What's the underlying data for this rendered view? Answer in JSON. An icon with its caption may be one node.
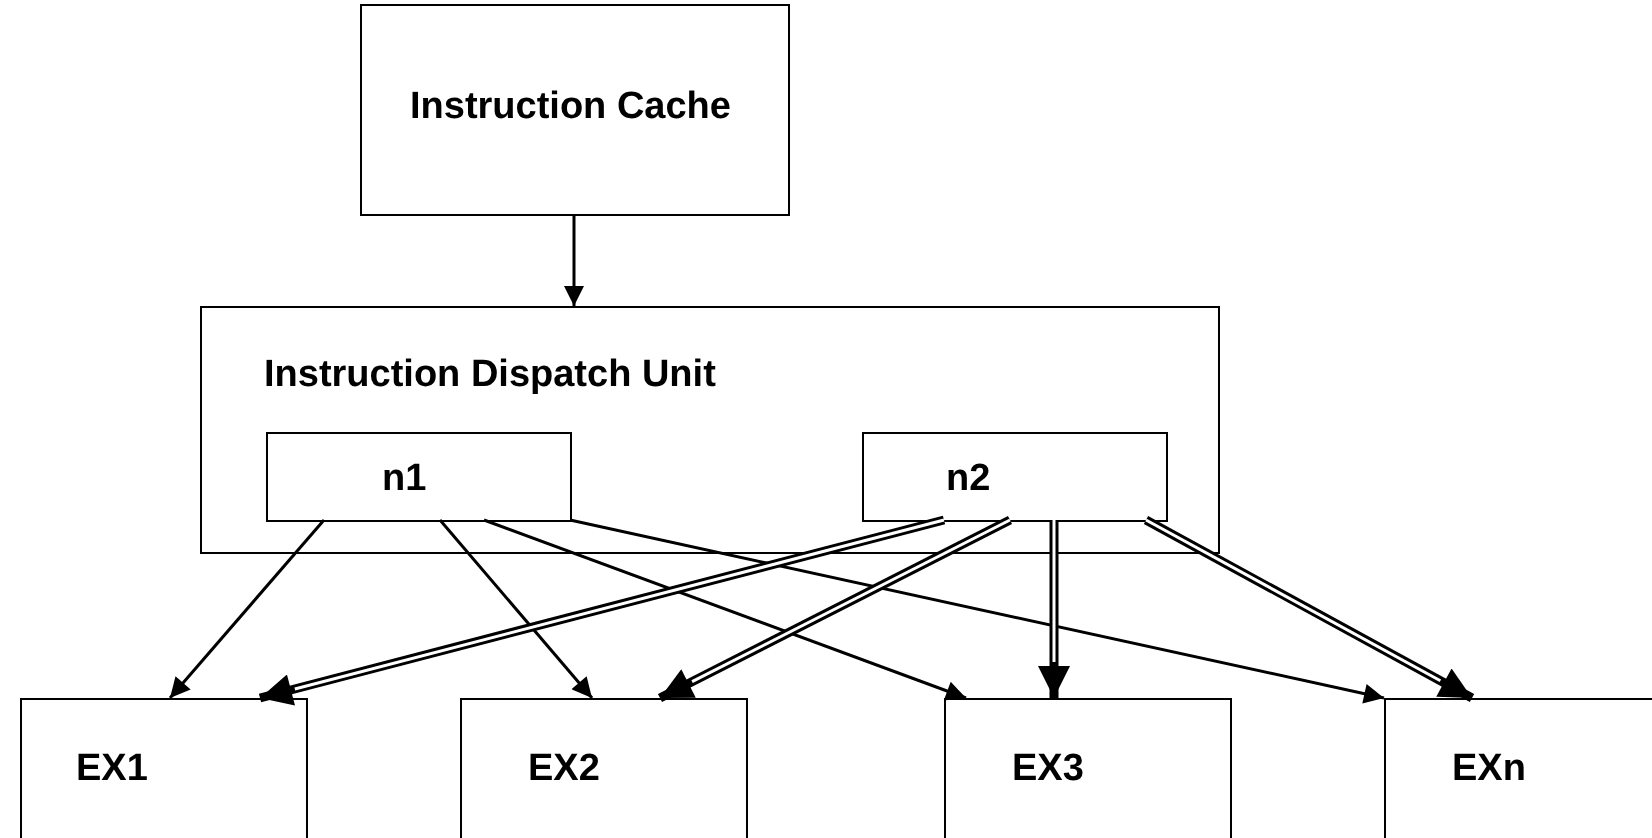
{
  "diagram": {
    "nodes": [
      {
        "text": [
          "Instruction Cache"
        ]
      },
      {
        "text": [
          "Instruction Dispatch Unit"
        ]
      },
      {
        "text": [
          "n1"
        ],
        "in": 1
      },
      {
        "text": [
          "n2"
        ],
        "in": 1
      },
      {
        "text": [
          "EX1"
        ]
      },
      {
        "text": [
          "EX2"
        ]
      },
      {
        "text": [
          "EX3"
        ]
      },
      {
        "text": [
          "EXn"
        ]
      }
    ],
    "edges": [
      {
        "from": 0,
        "to": 1,
        "arrow": "to"
      },
      {
        "from": 2,
        "to": 4,
        "arrow": "to"
      },
      {
        "from": 2,
        "to": 5,
        "arrow": "to"
      },
      {
        "from": 2,
        "to": 6,
        "arrow": "to"
      },
      {
        "from": 2,
        "to": 7,
        "arrow": "to"
      },
      {
        "from": 3,
        "to": 4,
        "arrow": "to",
        "style": "thick"
      },
      {
        "from": 3,
        "to": 5,
        "arrow": "to",
        "style": "thick"
      },
      {
        "from": 3,
        "to": 6,
        "arrow": "to",
        "style": "thick"
      },
      {
        "from": 3,
        "to": 7,
        "arrow": "to",
        "style": "thick"
      }
    ]
  }
}
